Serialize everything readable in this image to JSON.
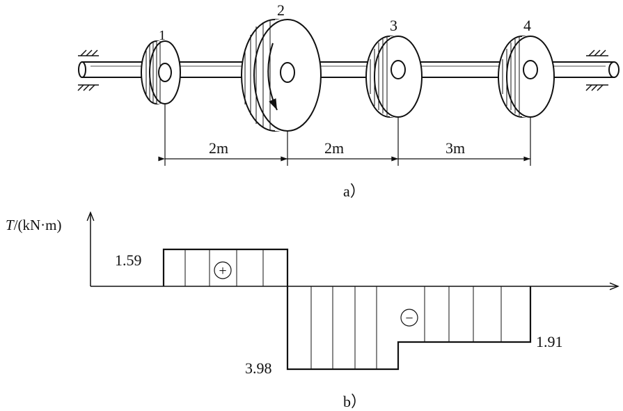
{
  "figure_a": {
    "caption": "a）",
    "disks": [
      "1",
      "2",
      "3",
      "4"
    ],
    "spans": [
      "2m",
      "2m",
      "3m"
    ]
  },
  "figure_b": {
    "caption": "b）",
    "axis_label_italic": "T",
    "axis_label_rest": "/(kN·m)",
    "values": {
      "segment_1": "1.59",
      "segment_2": "3.98",
      "segment_3": "1.91"
    },
    "sign_positive": "+",
    "sign_negative": "−"
  }
}
